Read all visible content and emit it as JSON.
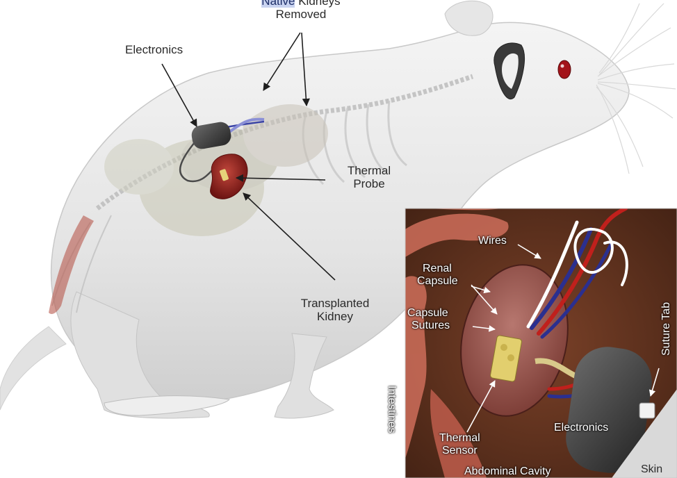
{
  "labels": {
    "native_kidneys_l1_hl": "Native",
    "native_kidneys_l1_rest": " Kidneys",
    "native_kidneys_l2": "Removed",
    "electronics_main": "Electronics",
    "thermal_probe_l1": "Thermal",
    "thermal_probe_l2": "Probe",
    "transplanted_kidney_l1": "Transplanted",
    "transplanted_kidney_l2": "Kidney"
  },
  "inset": {
    "wires": "Wires",
    "renal_capsule_l1": "Renal",
    "renal_capsule_l2": "Capsule",
    "capsule_sutures_l1": "Capsule",
    "capsule_sutures_l2": "Sutures",
    "intestines": "Intestines",
    "thermal_sensor_l1": "Thermal",
    "thermal_sensor_l2": "Sensor",
    "abdominal_cavity": "Abdominal Cavity",
    "electronics": "Electronics",
    "suture_tab": "Suture Tab",
    "skin": "Skin"
  },
  "colors": {
    "rat_body": "#ebebeb",
    "kidney": "#8e1e1a",
    "inset_bg": "#6b3a22",
    "wire_blue": "#2b2f8f",
    "wire_red": "#c0201c"
  }
}
